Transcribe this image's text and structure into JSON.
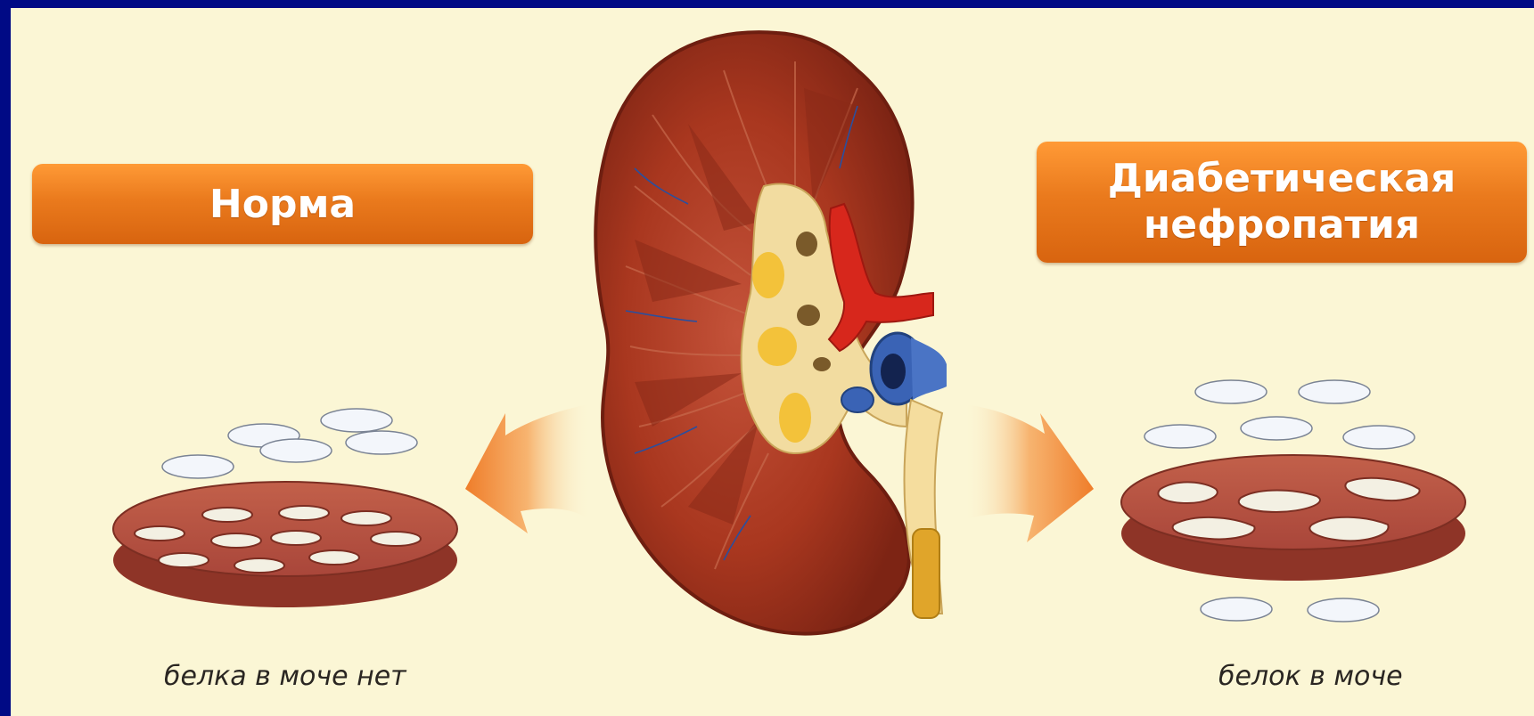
{
  "labels": {
    "normal": "Норма",
    "diabetic": "Диабетическая\nнефропатия"
  },
  "captions": {
    "normal": "белка в моче нет",
    "diabetic": "белок в моче"
  },
  "colors": {
    "background": "#fbf6d5",
    "frame": "#000a85",
    "label": "#e87b1f",
    "membrane": "#b3523c",
    "kidney": "#9a2f1f",
    "protein": "#f3f6fb"
  }
}
